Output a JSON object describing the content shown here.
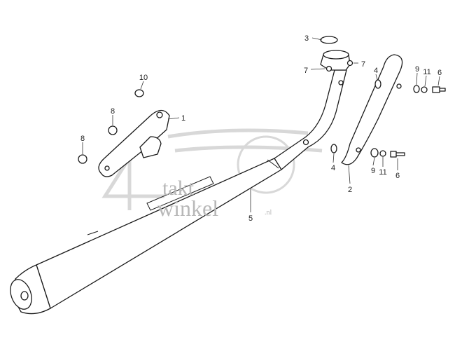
{
  "watermark": {
    "digit": "4",
    "line1": "takt",
    "line2": "winkel",
    "suffix": ".nl"
  },
  "callouts": {
    "c3": "3",
    "c7a": "7",
    "c7b": "7",
    "c4a": "4",
    "c9a": "9",
    "c11a": "11",
    "c6a": "6",
    "c10": "10",
    "c8a": "8",
    "c1": "1",
    "c8b": "8",
    "c4b": "4",
    "c9b": "9",
    "c11b": "11",
    "c6b": "6",
    "c2": "2",
    "c5": "5"
  }
}
